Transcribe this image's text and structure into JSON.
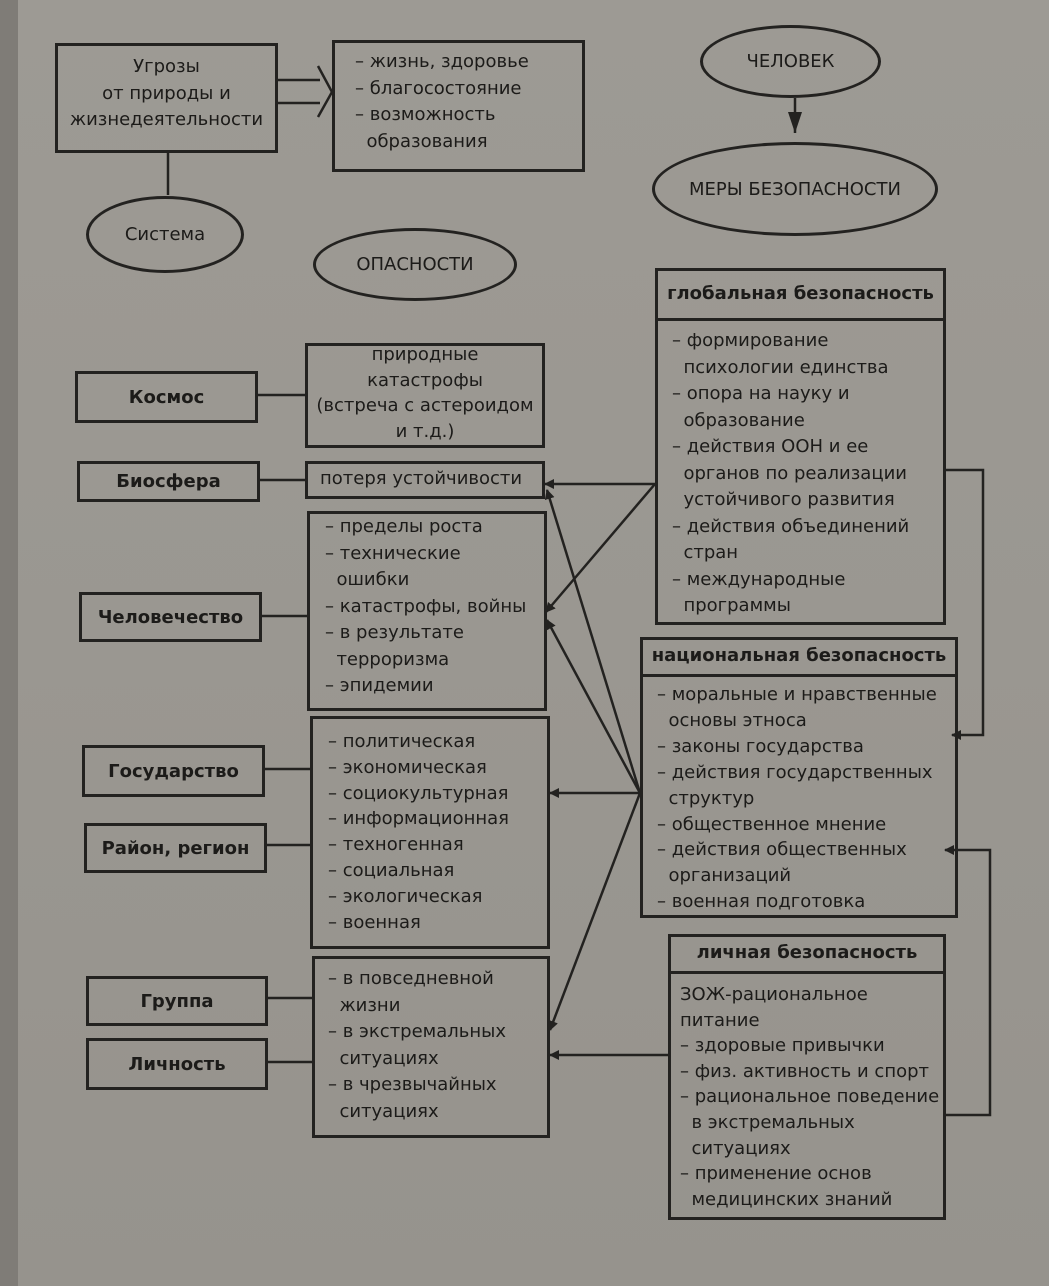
{
  "top": {
    "threats_label": "Угрозы\nот природы и\nжизнедеятельности",
    "values": [
      "– жизнь, здоровье",
      "– благосостояние",
      "– возможность",
      "  образования"
    ],
    "system": "Система",
    "human": "ЧЕЛОВЕК",
    "measures": "МЕРЫ БЕЗОПАСНОСТИ",
    "dangers": "ОПАСНОСТИ"
  },
  "levels": [
    "Космос",
    "Биосфера",
    "Человечество",
    "Государство",
    "Район, регион",
    "Группа",
    "Личность"
  ],
  "dangers": {
    "cosmos": "природные\nкатастрофы\n(встреча с астероидом\nи т.д.)",
    "biosphere": "потеря устойчивости",
    "humanity": [
      "– пределы роста",
      "– технические",
      "  ошибки",
      "– катастрофы, войны",
      "– в результате",
      "  терроризма",
      "– эпидемии"
    ],
    "state": [
      "– политическая",
      "– экономическая",
      "– социокультурная",
      "– информационная",
      "– техногенная",
      "– социальная",
      "– экологическая",
      "– военная"
    ],
    "personal": [
      "– в повседневной",
      "  жизни",
      "– в экстремальных",
      "  ситуациях",
      "– в чрезвычайных",
      "  ситуациях"
    ]
  },
  "security": {
    "global_title": "глобальная безопасность",
    "global": [
      "– формирование",
      "  психологии единства",
      "– опора на науку и",
      "  образование",
      "– действия ООН и ее",
      "  органов по реализации",
      "  устойчивого развития",
      "– действия объединений",
      "  стран",
      "– международные",
      "  программы"
    ],
    "national_title": "национальная безопасность",
    "national": [
      "– моральные и нравственные",
      "  основы этноса",
      "– законы государства",
      "– действия государственных",
      "  структур",
      "– общественное мнение",
      "– действия общественных",
      "  организаций",
      "– военная подготовка"
    ],
    "personal_title": "личная безопасность",
    "personal": [
      "ЗОЖ-рациональное",
      "питание",
      "– здоровые привычки",
      "– физ. активность и спорт",
      "– рациональное поведение",
      "  в экстремальных",
      "  ситуациях",
      "– применение основ",
      "  медицинских знаний"
    ]
  }
}
